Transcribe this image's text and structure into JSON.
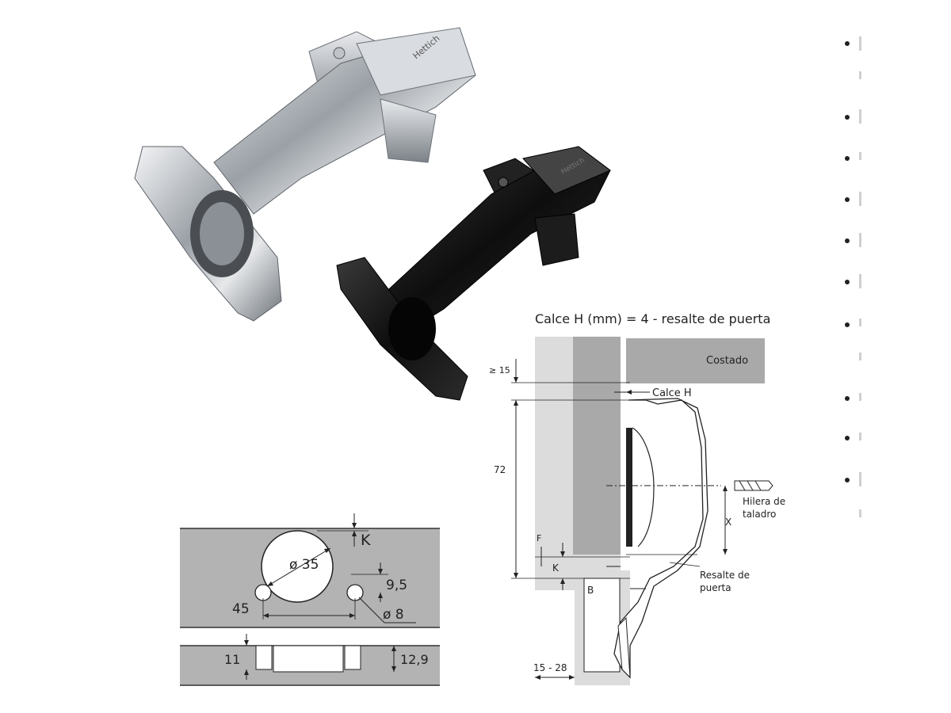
{
  "photos": {
    "silver_hinge": {
      "brand_mark": "Hettich",
      "color": "#c8ccd1"
    },
    "black_hinge": {
      "brand_mark": "Hettich",
      "color": "#1a1a1a"
    }
  },
  "cup_drawing": {
    "diameter_label": "ø 35",
    "k_label": "K",
    "offset_label": "9,5",
    "hole_label": "ø 8",
    "spacing_label": "45",
    "depth_left_label": "11",
    "depth_right_label": "12,9",
    "panel_color": "#b3b3b3"
  },
  "side_drawing": {
    "title": "Calce H (mm) = 4 - resalte de puerta",
    "costado_label": "Costado",
    "ge15_label": "≥ 15",
    "calce_label": "Calce H",
    "height_label": "72",
    "x_label": "X",
    "hilera_line1": "Hilera de",
    "hilera_line2": "taladro",
    "f_label": "F",
    "k_label": "K",
    "b_label": "B",
    "resalte_line1": "Resalte de",
    "resalte_line2": "puerta",
    "thickness_label": "15 - 28"
  }
}
